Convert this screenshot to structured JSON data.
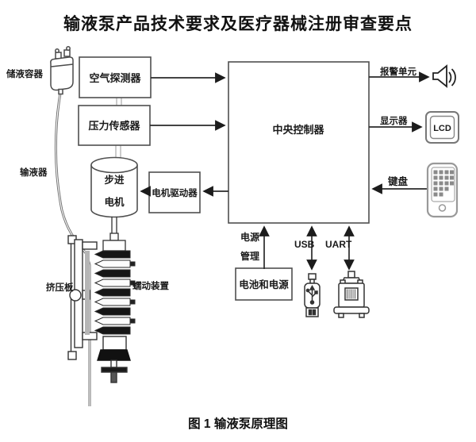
{
  "title": "输液泵产品技术要求及医疗器械注册审查要点",
  "caption": "图 1 输液泵原理图",
  "diagram": {
    "reservoir_label": "储液容器",
    "infusion_set_label": "输液器",
    "boxes": {
      "air_detector": "空气探测器",
      "pressure_sensor": "压力传感器",
      "central_controller": "中央控制器",
      "motor_driver": "电机驱动器",
      "battery_power": "电池和电源"
    },
    "stepper_motor": {
      "line1": "步进",
      "line2": "电机"
    },
    "power_mgmt": {
      "line1": "电源",
      "line2": "管理"
    },
    "ports": {
      "usb": "USB",
      "uart": "UART"
    },
    "outputs": {
      "alarm_unit": "报警单元",
      "display": "显示器",
      "lcd": "LCD",
      "keyboard": "键盘"
    },
    "mechanism": {
      "squeeze_plate": "挤压板",
      "peristaltic": "蠕动装置"
    },
    "colors": {
      "line": "#2a2a2a",
      "box_border": "#4f4f4f",
      "text": "#1a1a1a",
      "background": "#ffffff",
      "tube": "#6e6e6e",
      "light_gray": "#b5b5b5"
    }
  }
}
